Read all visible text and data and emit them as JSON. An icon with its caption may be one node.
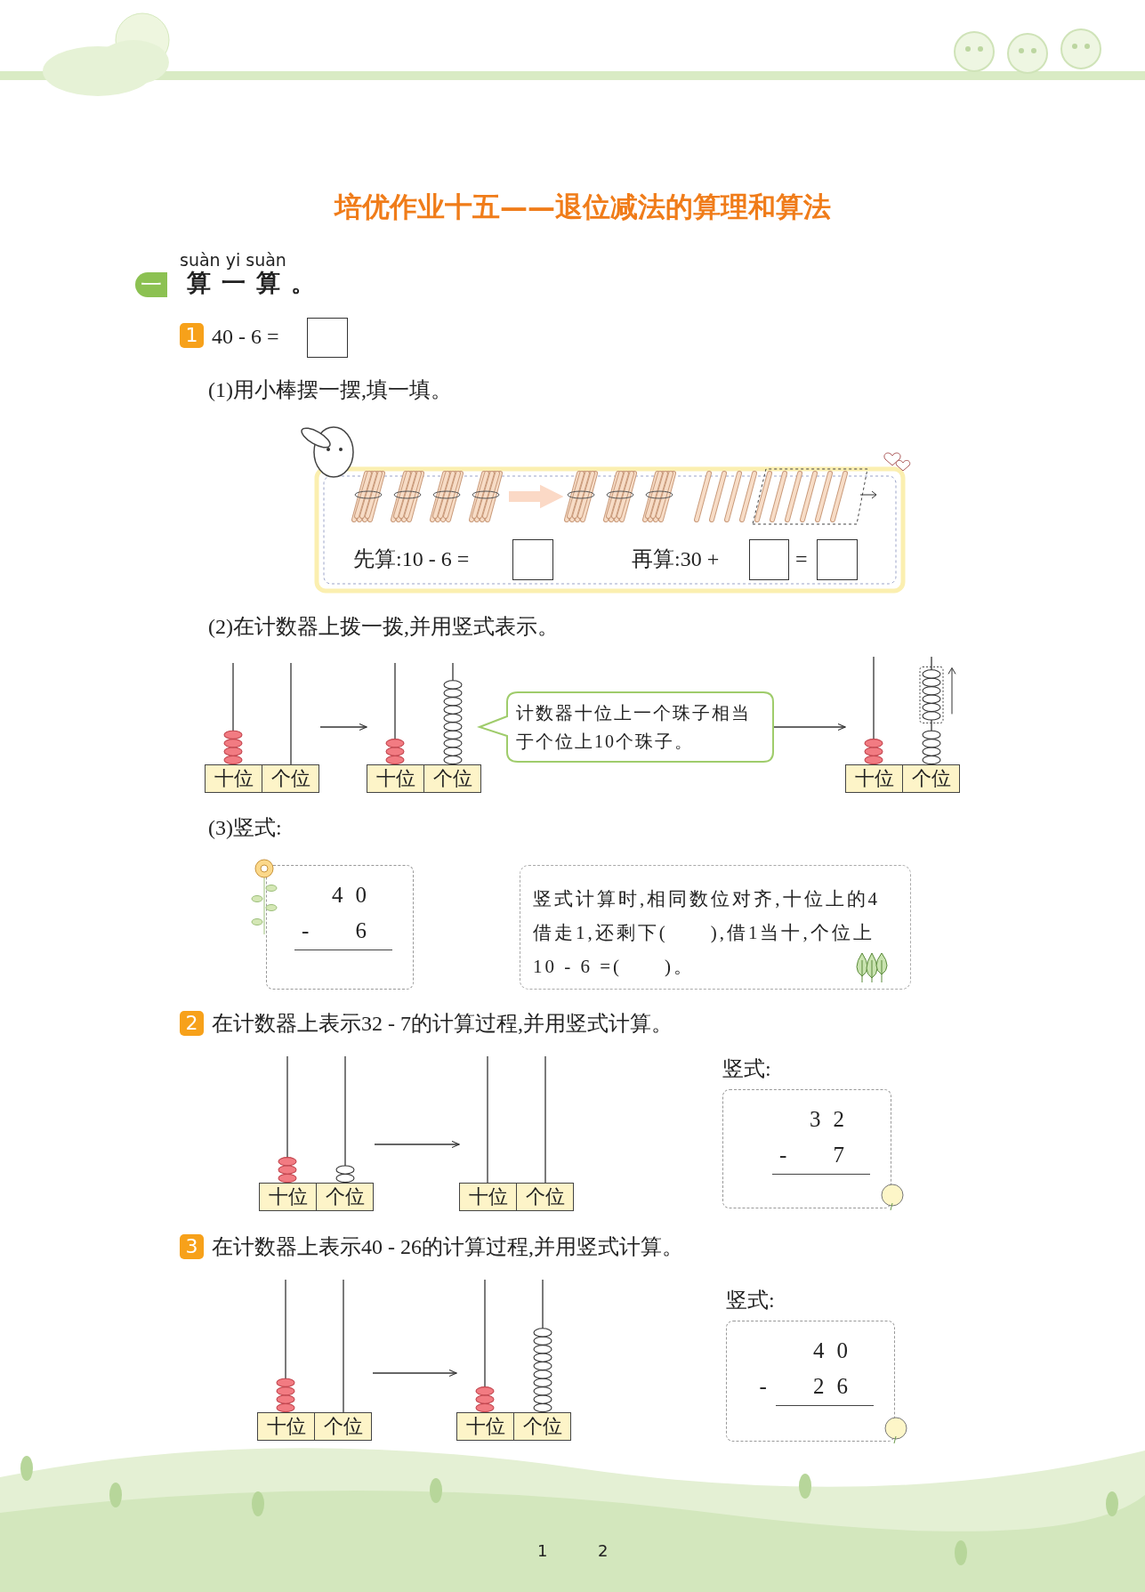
{
  "diagram": {
    "title": "培优作业十五——退位减法的算理和算法",
    "nodes": [
      {
        "text": [],
        "shape": "picture"
      },
      {
        "text": [],
        "shape": "picture"
      },
      {
        "text": [
          "十位",
          "个位"
        ]
      },
      {
        "text": [
          "十位",
          "个位"
        ]
      },
      {
        "text": [
          "计数器十位上一个珠子相当于个位上10个珠子。"
        ]
      },
      {
        "text": [
          "十位",
          "个位"
        ]
      },
      {
        "text": [
          "40",
          "- 6"
        ]
      },
      {
        "text": [
          "竖式计算时,相同数位对齐,十位上的4借走1,还剩下(　　),借1当十,个位上10 - 6 =(　　)。"
        ]
      },
      {
        "text": [
          "十位",
          "个位"
        ]
      },
      {
        "text": [
          "十位",
          "个位"
        ]
      },
      {
        "text": [
          "竖式:",
          "32",
          "- 7"
        ]
      },
      {
        "text": [
          "十位",
          "个位"
        ]
      },
      {
        "text": [
          "十位",
          "个位"
        ]
      },
      {
        "text": [
          "竖式:",
          "40",
          "- 26"
        ]
      }
    ],
    "edges": [
      {
        "from": 0,
        "to": 1,
        "arrow": "to",
        "style": "thick",
        "color": "#fbd9c6"
      },
      {
        "from": 2,
        "to": 3,
        "arrow": "to"
      },
      {
        "from": 4,
        "to": 5,
        "arrow": "to"
      },
      {
        "from": 8,
        "to": 9,
        "arrow": "to"
      },
      {
        "from": 11,
        "to": 12,
        "arrow": "to"
      }
    ],
    "labels": [
      "一",
      "suàn yi suàn",
      "算一算。",
      "1",
      "40 - 6 =",
      "(1)用小棒摆一摆,填一填。",
      "先算:10 - 6 =",
      "再算:30 +",
      "=",
      "(2)在计数器上拨一拨,并用竖式表示。",
      "(3)竖式:",
      "2",
      "在计数器上表示32 - 7的计算过程,并用竖式计算。",
      "3",
      "在计数器上表示40 - 26的计算过程,并用竖式计算。",
      "1",
      "2"
    ]
  }
}
